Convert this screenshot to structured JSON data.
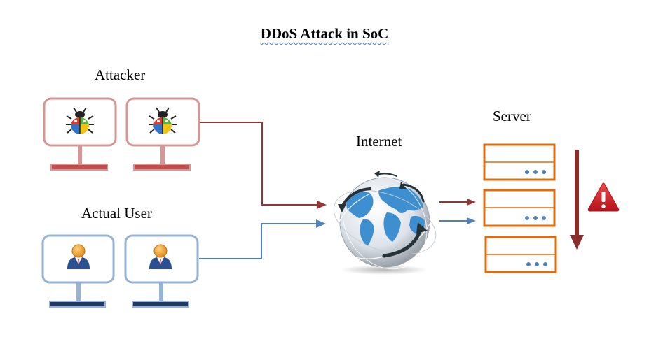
{
  "title": "DDoS  Attack in SoC",
  "labels": {
    "attacker": "Attacker",
    "actual_user": "Actual User",
    "internet": "Internet",
    "server": "Server"
  },
  "colors": {
    "attacker": "#d99594",
    "attacker_stand": "#c0504d",
    "user": "#95b3d7",
    "user_stand": "#1f3864",
    "server": "#e36c09",
    "server_dots": "#4f81bd",
    "attack_arrow": "#943634",
    "user_arrow": "#4f81bd",
    "down_arrow": "#8b2b2b",
    "warning": "#d9262a"
  },
  "icons": {
    "attacker_icon": "bug-icon",
    "user_icon": "person-icon",
    "internet_icon": "globe-icon",
    "server_icon": "server-rack-icon",
    "warning_icon": "warning-icon"
  }
}
